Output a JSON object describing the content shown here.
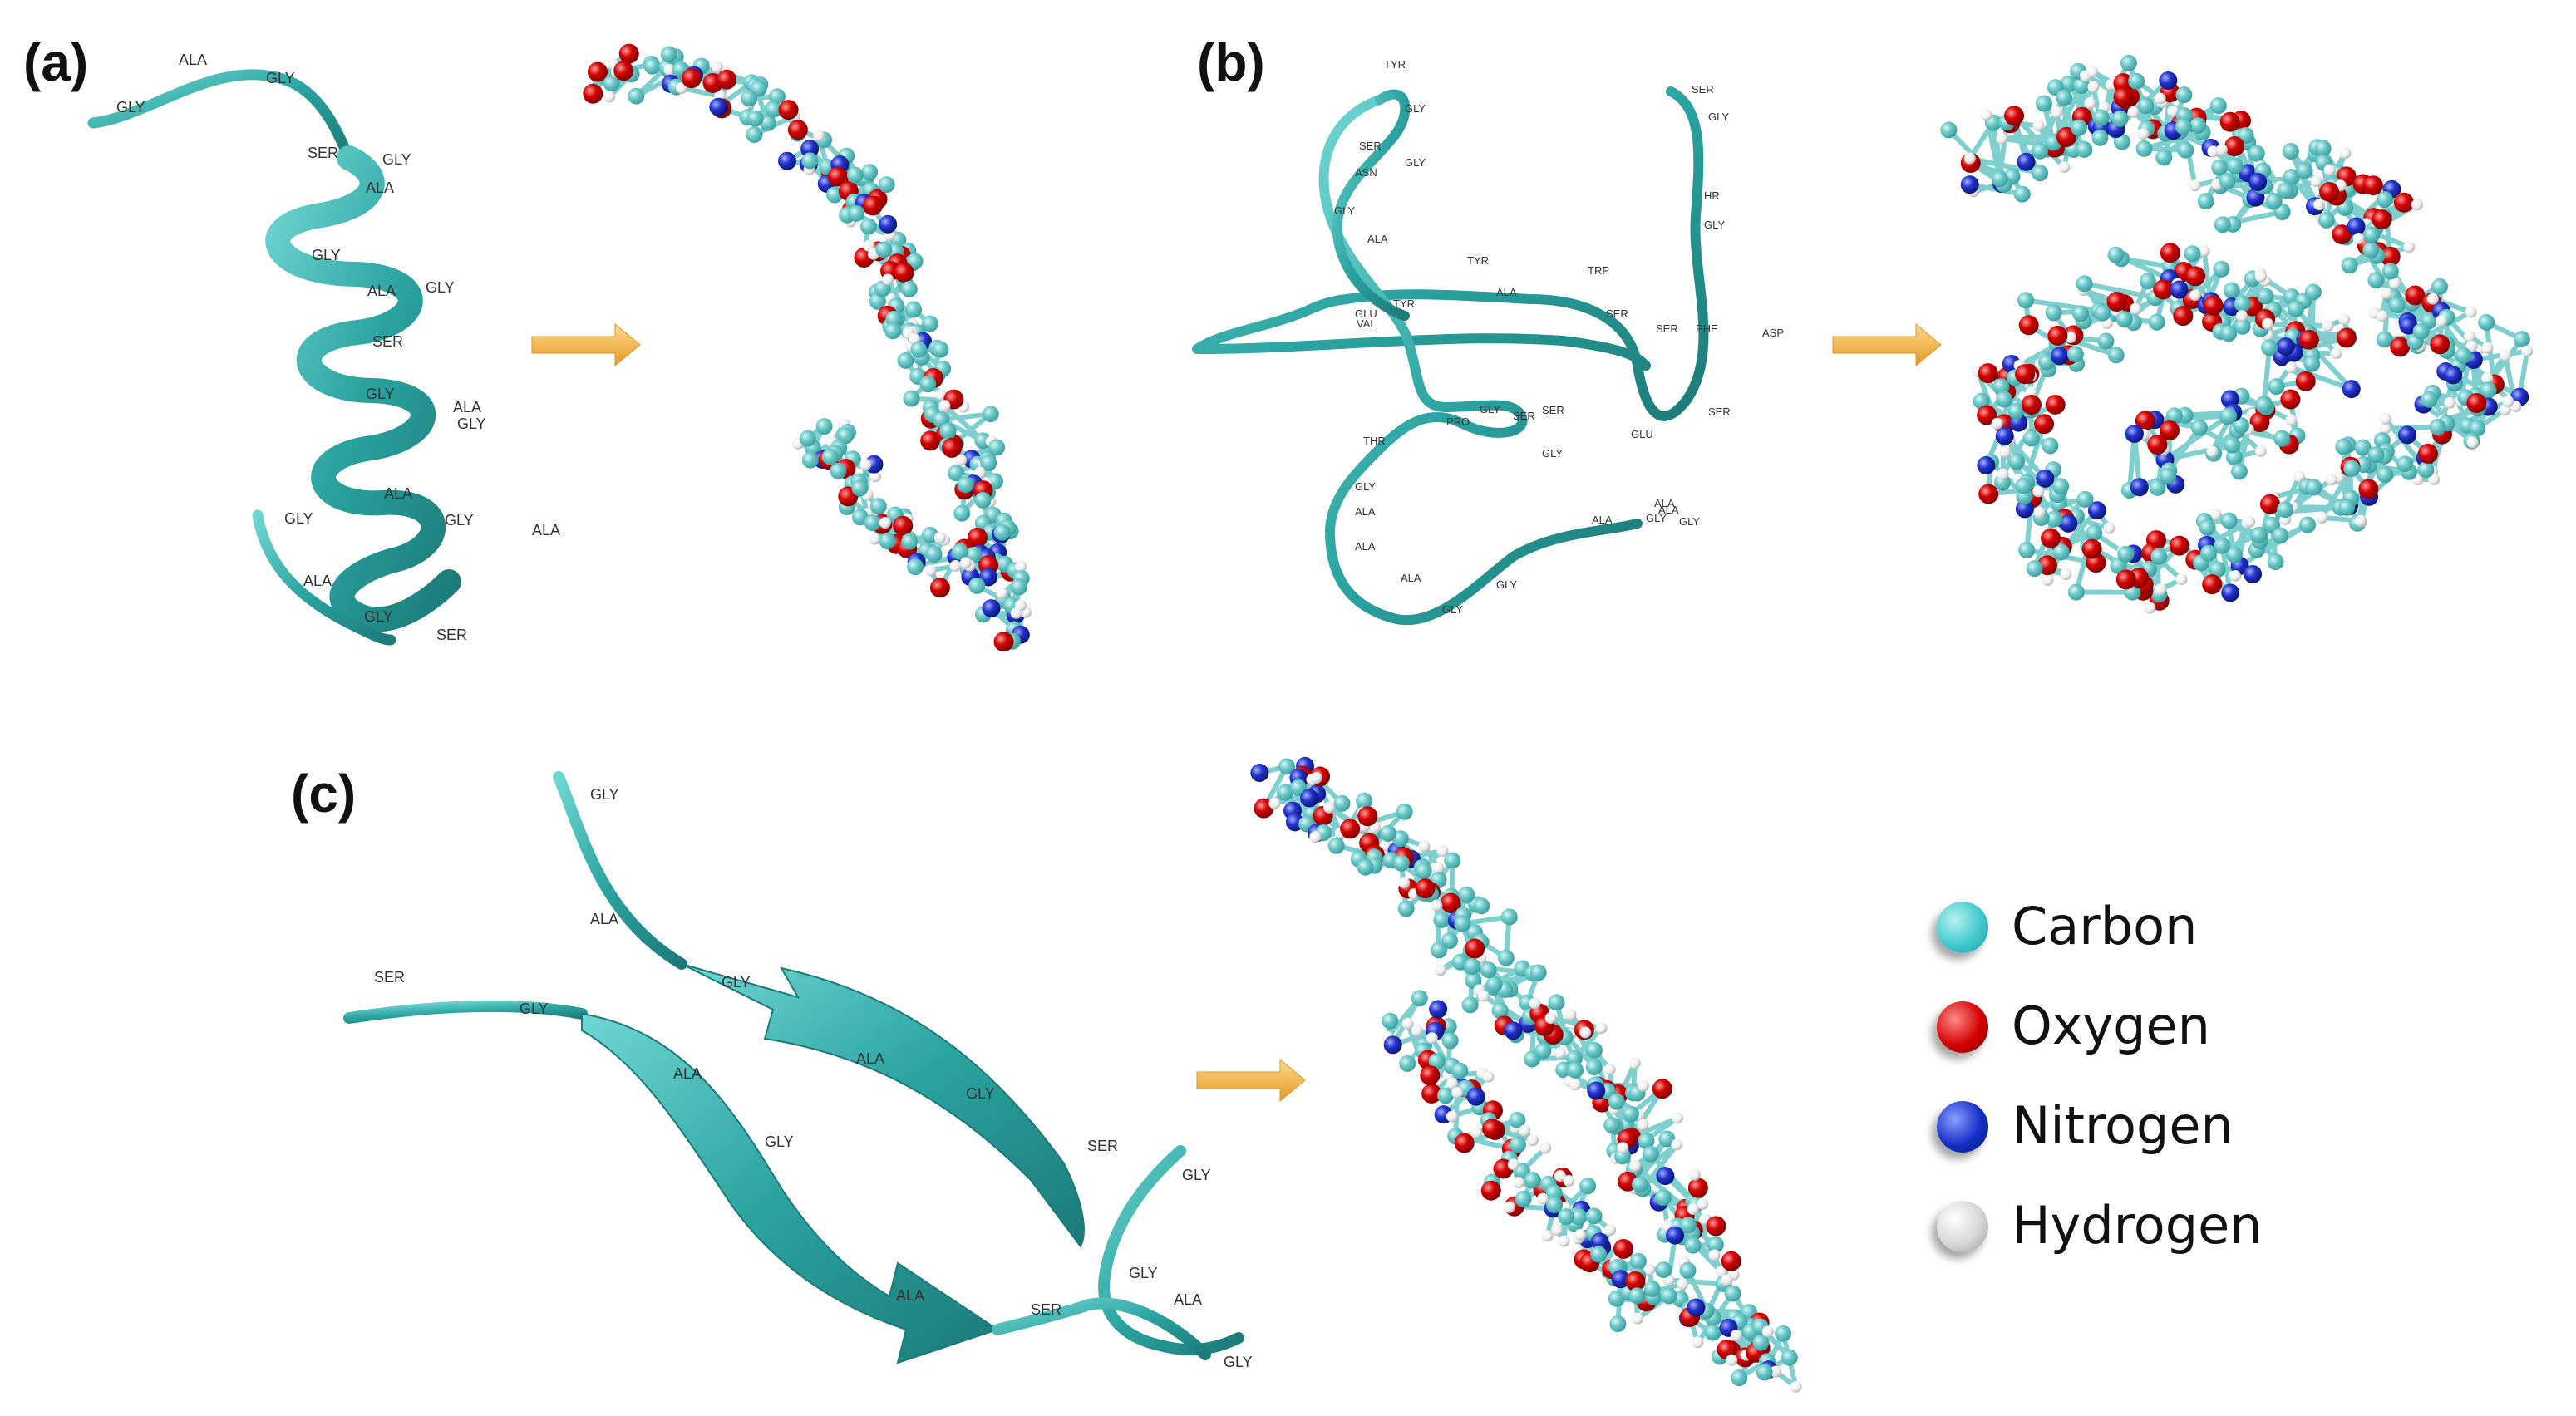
{
  "panels": [
    {
      "id": "a",
      "label": "(a)"
    },
    {
      "id": "b",
      "label": "(b)"
    },
    {
      "id": "c",
      "label": "(c)"
    }
  ],
  "residues_a": [
    "ALA",
    "GLY",
    "GLY",
    "SER",
    "GLY",
    "ALA",
    "GLY",
    "ALA",
    "GLY",
    "SER",
    "GLY",
    "ALA",
    "GLY",
    "ALA",
    "GLY",
    "ALA",
    "GLY",
    "ALA",
    "GLY",
    "SER"
  ],
  "residues_b": [
    "TYR",
    "GLY",
    "SER",
    "ASN",
    "GLY",
    "GLY",
    "ALA",
    "TYR",
    "TYR",
    "GLU",
    "VAL",
    "ALA",
    "TRP",
    "SER",
    "SER",
    "PHE",
    "ASP",
    "SER",
    "GLY",
    "HR",
    "GLY",
    "GLY",
    "SER",
    "SER",
    "GLY",
    "PRO",
    "THR",
    "GLU",
    "SER",
    "GLY",
    "ALA",
    "ALA",
    "GLY",
    "ALA",
    "ALA",
    "GLY",
    "GLY",
    "ALA",
    "ALA",
    "GLY"
  ],
  "residues_c": [
    "GLY",
    "ALA",
    "SER",
    "GLY",
    "GLY",
    "ALA",
    "ALA",
    "GLY",
    "GLY",
    "SER",
    "GLY",
    "GLY",
    "SER",
    "ALA",
    "ALA",
    "GLY"
  ],
  "legend": [
    {
      "name": "Carbon",
      "color": "#3fc9cc"
    },
    {
      "name": "Oxygen",
      "color": "#d40000"
    },
    {
      "name": "Nitrogen",
      "color": "#1430c8"
    },
    {
      "name": "Hydrogen",
      "color": "#d6d6d6"
    }
  ],
  "colors": {
    "ribbon": "#2aa3a0",
    "arrow": "#f2b445",
    "carbon": "#6cc9c9",
    "oxygen": "#d40000",
    "nitrogen": "#2233cc",
    "hydrogen": "#f2f2f2"
  }
}
